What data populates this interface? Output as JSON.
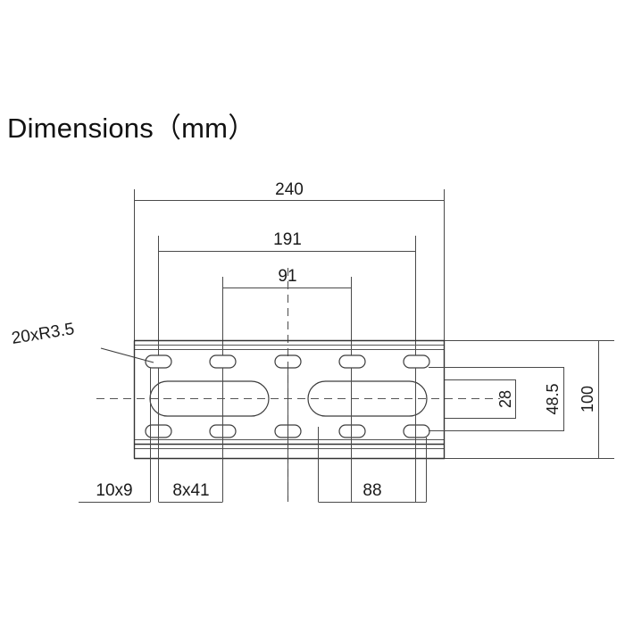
{
  "page": {
    "title": "Dimensions（mm）",
    "background_color": "#ffffff",
    "line_color": "#4a4a4a",
    "text_color": "#1a1a1a"
  },
  "drawing": {
    "subject": "din-rail-mounting-plate",
    "units": "mm",
    "horizontal_dimensions": [
      {
        "name": "overall-width",
        "label": "240",
        "value": 240
      },
      {
        "name": "outer-hole-span",
        "label": "191",
        "value": 191
      },
      {
        "name": "inner-hole-span",
        "label": "91",
        "value": 91
      }
    ],
    "vertical_dimensions": [
      {
        "name": "slot-height",
        "label": "28",
        "value": 28
      },
      {
        "name": "inner-height",
        "label": "48.5",
        "value": 48.5
      },
      {
        "name": "overall-height",
        "label": "100",
        "value": 100
      }
    ],
    "bottom_dimensions": [
      {
        "name": "slot-size",
        "label": "10x9",
        "value": "10x9"
      },
      {
        "name": "slot-pitch",
        "label": "8x41",
        "value": "8x41"
      },
      {
        "name": "right-span",
        "label": "88",
        "value": 88
      }
    ],
    "annotations": [
      {
        "name": "corner-radius-note",
        "label": "20xR3.5",
        "value": "20xR3.5"
      }
    ]
  },
  "chart_data": {
    "type": "table",
    "title": "Dimensions（mm）",
    "categories": [
      "240",
      "191",
      "91",
      "28",
      "48.5",
      "100",
      "10x9",
      "8x41",
      "88",
      "20xR3.5"
    ],
    "values": [
      240,
      191,
      91,
      28,
      48.5,
      100,
      null,
      null,
      88,
      null
    ]
  }
}
